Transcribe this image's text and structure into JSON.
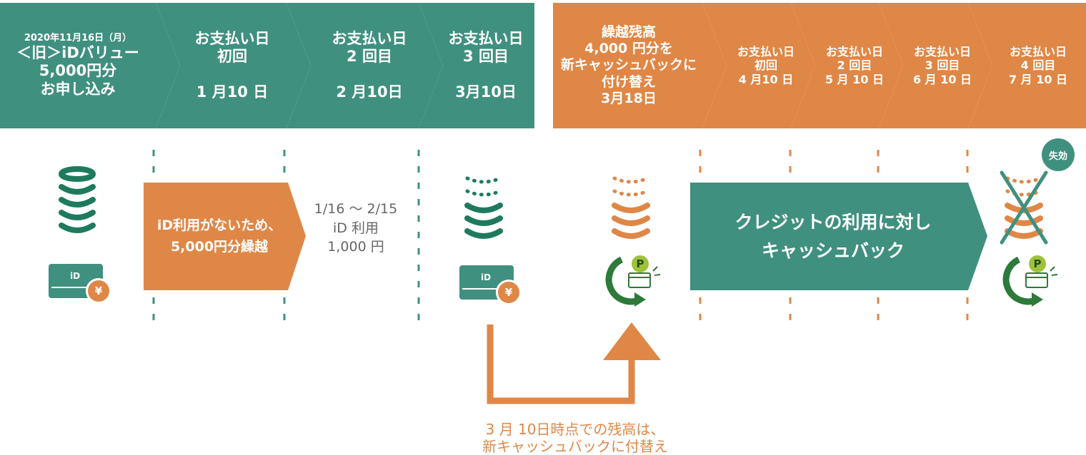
{
  "colors": {
    "teal": "#40907f",
    "orange": "#df8747",
    "gray": "#666666"
  },
  "steps": [
    {
      "lines": [
        "2020年11月16日（月）",
        "＜旧＞iDバリュー",
        "5,000円分",
        "お申し込み"
      ]
    },
    {
      "lines": [
        "お支払い日",
        "初回",
        "",
        "1 月10 日"
      ]
    },
    {
      "lines": [
        "お支払い日",
        "2 回目",
        "",
        "2 月10日"
      ]
    },
    {
      "lines": [
        "お支払い日",
        "3 回目",
        "",
        "3月10日"
      ]
    },
    {
      "lines": [
        "繰越残高",
        "4,000 円分を",
        "新キャッシュバックに",
        "付け替え",
        "3月18日"
      ]
    },
    {
      "lines": [
        "お支払い日",
        "初回",
        "4 月10 日"
      ]
    },
    {
      "lines": [
        "お支払い日",
        "2 回目",
        "5 月 10 日"
      ]
    },
    {
      "lines": [
        "お支払い日",
        "3 回目",
        "6 月 10 日"
      ]
    },
    {
      "lines": [
        "お支払い日",
        "4 回目",
        "7 月 10 日"
      ]
    }
  ],
  "carryover": {
    "line1": "iD利用がないため、",
    "line2": "5,000円分繰越"
  },
  "usage": {
    "line1": "1/16 〜 2/15",
    "line2": "iD 利用",
    "line3": "1,000 円"
  },
  "cashback": {
    "line1": "クレジットの利用に対し",
    "line2": "キャッシュバック"
  },
  "transfer_note": {
    "line1": "3 月 10日時点での残高は、",
    "line2": "新キャッシュバックに付替え"
  },
  "badge_expired": "失効",
  "card_label": "iD",
  "yen_symbol": "¥",
  "point_symbol": "P"
}
